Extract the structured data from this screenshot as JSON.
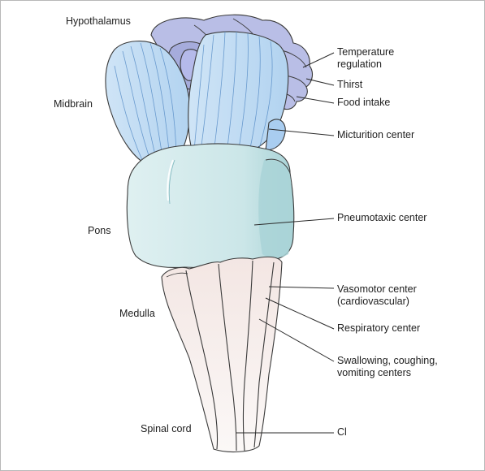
{
  "diagram": {
    "left_labels": {
      "hypothalamus": "Hypothalamus",
      "midbrain": "Midbrain",
      "pons": "Pons",
      "medulla": "Medulla",
      "spinal_cord": "Spinal cord"
    },
    "callouts": {
      "temperature_line1": "Temperature",
      "temperature_line2": "regulation",
      "thirst": "Thirst",
      "food_intake": "Food intake",
      "micturition": "Micturition center",
      "pneumotaxic": "Pneumotaxic center",
      "vasomotor_line1": "Vasomotor center",
      "vasomotor_line2": "(cardiovascular)",
      "respiratory": "Respiratory center",
      "swallowing_line1": "Swallowing, coughing,",
      "swallowing_line2": "vomiting centers",
      "c1": "Cl"
    },
    "colors": {
      "hypothalamus": "#b9bee6",
      "midbrain": "#bcd9f2",
      "pons": "#cfe8ea",
      "pons_shadow": "#a9d3d7",
      "medulla": "#f4ebe9",
      "outline": "#3a3a3a"
    }
  }
}
